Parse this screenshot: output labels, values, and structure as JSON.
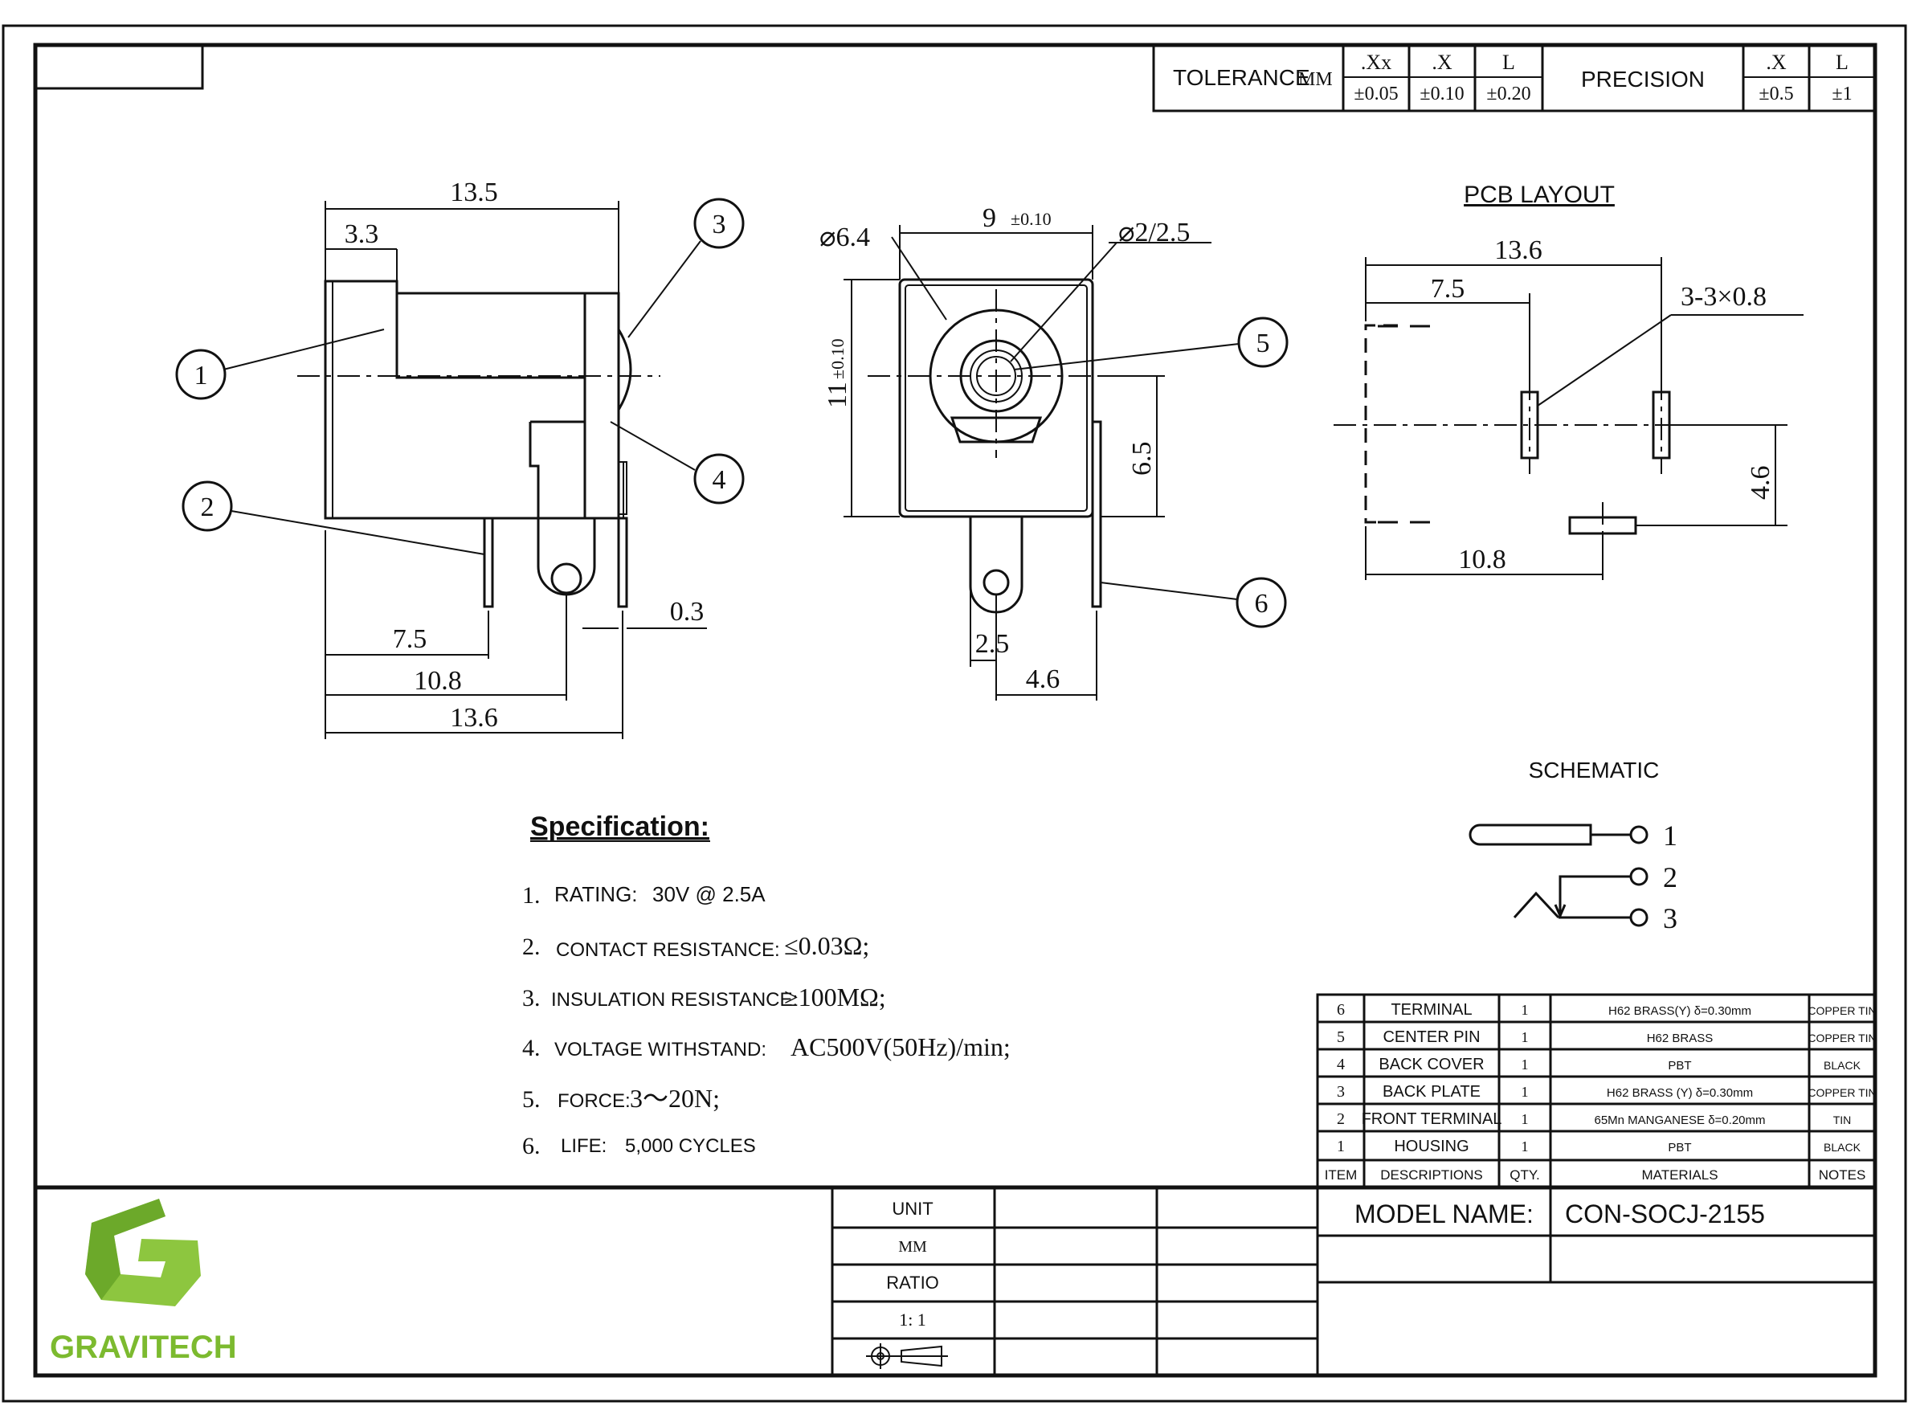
{
  "tolerance": {
    "label": "TOLERANCE",
    "unit": "MM",
    "headers": [
      ".Xx",
      ".X",
      "L"
    ],
    "values": [
      "±0.05",
      "±0.10",
      "±0.20"
    ],
    "precision_label": "PRECISION",
    "precision_headers": [
      ".X",
      "L"
    ],
    "precision_values": [
      "±0.5",
      "±1"
    ]
  },
  "side_view": {
    "dims": {
      "overall": "13.5",
      "offset": "3.3",
      "pin1": "7.5",
      "pin2": "10.8",
      "pin3": "13.6",
      "thickness": "0.3"
    },
    "balloons": [
      "1",
      "2",
      "3",
      "4"
    ]
  },
  "front_view": {
    "dims": {
      "width": "9",
      "width_tol": "±0.10",
      "height": "11",
      "height_tol": "±0.10",
      "outer_dia": "⌀6.4",
      "pin_dia": "⌀2/2.5",
      "center_height": "6.5",
      "pin_offset": "2.5",
      "pin_spacing": "4.6"
    },
    "balloons": [
      "5",
      "6"
    ]
  },
  "pcb_layout": {
    "title": "PCB LAYOUT",
    "dims": {
      "overall": "13.6",
      "first": "7.5",
      "slots": "3-3×0.8",
      "height": "4.6",
      "bottom": "10.8"
    }
  },
  "schematic": {
    "title": "SCHEMATIC",
    "pins": [
      "1",
      "2",
      "3"
    ]
  },
  "specification": {
    "title": "Specification:",
    "items": [
      {
        "num": "1.",
        "label": "RATING:",
        "value": "30V @ 2.5A"
      },
      {
        "num": "2.",
        "label": "CONTACT RESISTANCE:",
        "value": "≤0.03Ω;"
      },
      {
        "num": "3.",
        "label": "INSULATION RESISTANCE:",
        "value": "≥100MΩ;"
      },
      {
        "num": "4.",
        "label": "VOLTAGE WITHSTAND:",
        "value": "AC500V(50Hz)/min;"
      },
      {
        "num": "5.",
        "label": "FORCE:",
        "value": "3～20N;"
      },
      {
        "num": "6.",
        "label": "LIFE:",
        "value": "5,000 CYCLES"
      }
    ]
  },
  "bom": {
    "rows": [
      {
        "item": "6",
        "desc": "TERMINAL",
        "qty": "1",
        "material": "H62 BRASS(Y) δ=0.30mm",
        "notes": "COPPER TIN"
      },
      {
        "item": "5",
        "desc": "CENTER PIN",
        "qty": "1",
        "material": "H62 BRASS",
        "notes": "COPPER TIN"
      },
      {
        "item": "4",
        "desc": "BACK COVER",
        "qty": "1",
        "material": "PBT",
        "notes": "BLACK"
      },
      {
        "item": "3",
        "desc": "BACK PLATE",
        "qty": "1",
        "material": "H62 BRASS (Y) δ=0.30mm",
        "notes": "COPPER TIN"
      },
      {
        "item": "2",
        "desc": "FRONT TERMINAL",
        "qty": "1",
        "material": "65Mn MANGANESE δ=0.20mm",
        "notes": "TIN"
      },
      {
        "item": "1",
        "desc": "HOUSING",
        "qty": "1",
        "material": "PBT",
        "notes": "BLACK"
      }
    ],
    "headers": {
      "item": "ITEM",
      "desc": "DESCRIPTIONS",
      "qty": "QTY.",
      "material": "MATERIALS",
      "notes": "NOTES"
    }
  },
  "title_block": {
    "unit_label": "UNIT",
    "unit_value": "MM",
    "ratio_label": "RATIO",
    "ratio_value": "1: 1",
    "model_label": "MODEL NAME:",
    "model_value": "CON-SOCJ-2155"
  },
  "logo": {
    "text": "GRAVITECH",
    "color_light": "#8dc63f",
    "color_dark": "#5a9a1e"
  }
}
